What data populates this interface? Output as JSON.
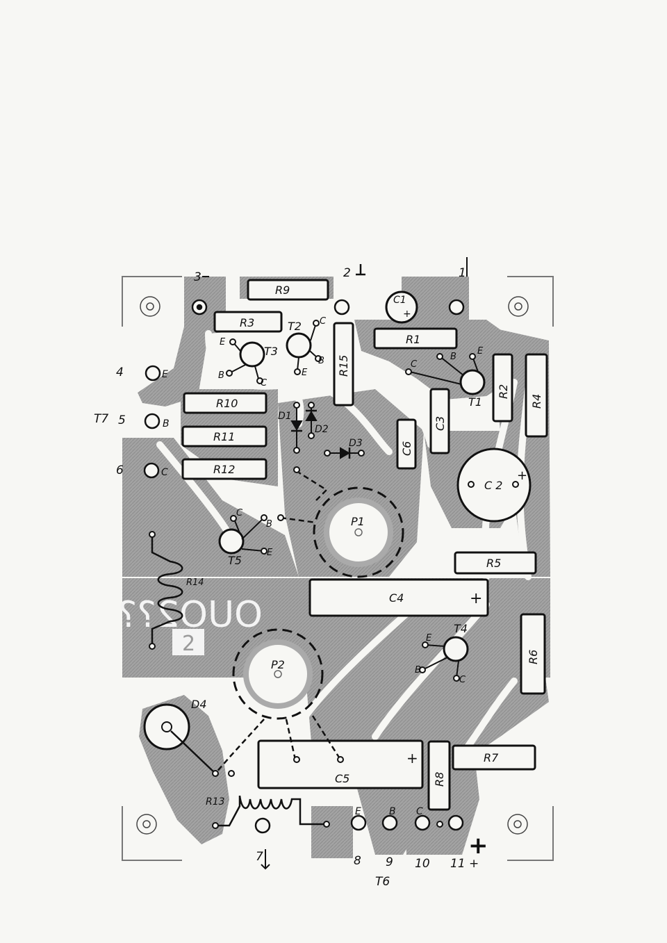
{
  "board": {
    "copper_color": "#a6a6a6",
    "paper_color": "#f7f7f4",
    "ink_color": "#111111",
    "watermark_text": "OUO2??",
    "watermark_box_text": "2"
  },
  "terminals": {
    "t1": "1",
    "t2": "2",
    "t3": "3",
    "t4": "4",
    "t5": "5",
    "t6": "6",
    "t7": "7",
    "t8": "8",
    "t9": "9",
    "t10": "10",
    "t11": "11 +",
    "t7_label": "T7",
    "t6_label": "T6",
    "t4_pin": "E",
    "t5_pin": "B",
    "t6_pin": "C"
  },
  "resistors": {
    "r1": "R1",
    "r2": "R2",
    "r3": "R3",
    "r4": "R4",
    "r5": "R5",
    "r6": "R6",
    "r7": "R7",
    "r8": "R8",
    "r9": "R9",
    "r10": "R10",
    "r11": "R11",
    "r12": "R12",
    "r13": "R13",
    "r14": "R14",
    "r15": "R15"
  },
  "capacitors": {
    "c1": "C1",
    "c2": "C 2",
    "c3": "C3",
    "c4": "C4",
    "c5": "C5",
    "c6": "C6",
    "plus": "+"
  },
  "transistors": {
    "t1": "T1",
    "t2": "T2",
    "t3": "T3",
    "t4": "T4",
    "t5": "T5",
    "e": "E",
    "b": "B",
    "c": "C"
  },
  "diodes": {
    "d1": "D1",
    "d2": "D2",
    "d3": "D3",
    "d4": "D4"
  },
  "pots": {
    "p1": "P1",
    "p2": "P2"
  },
  "symbols": {
    "plus": "+"
  }
}
